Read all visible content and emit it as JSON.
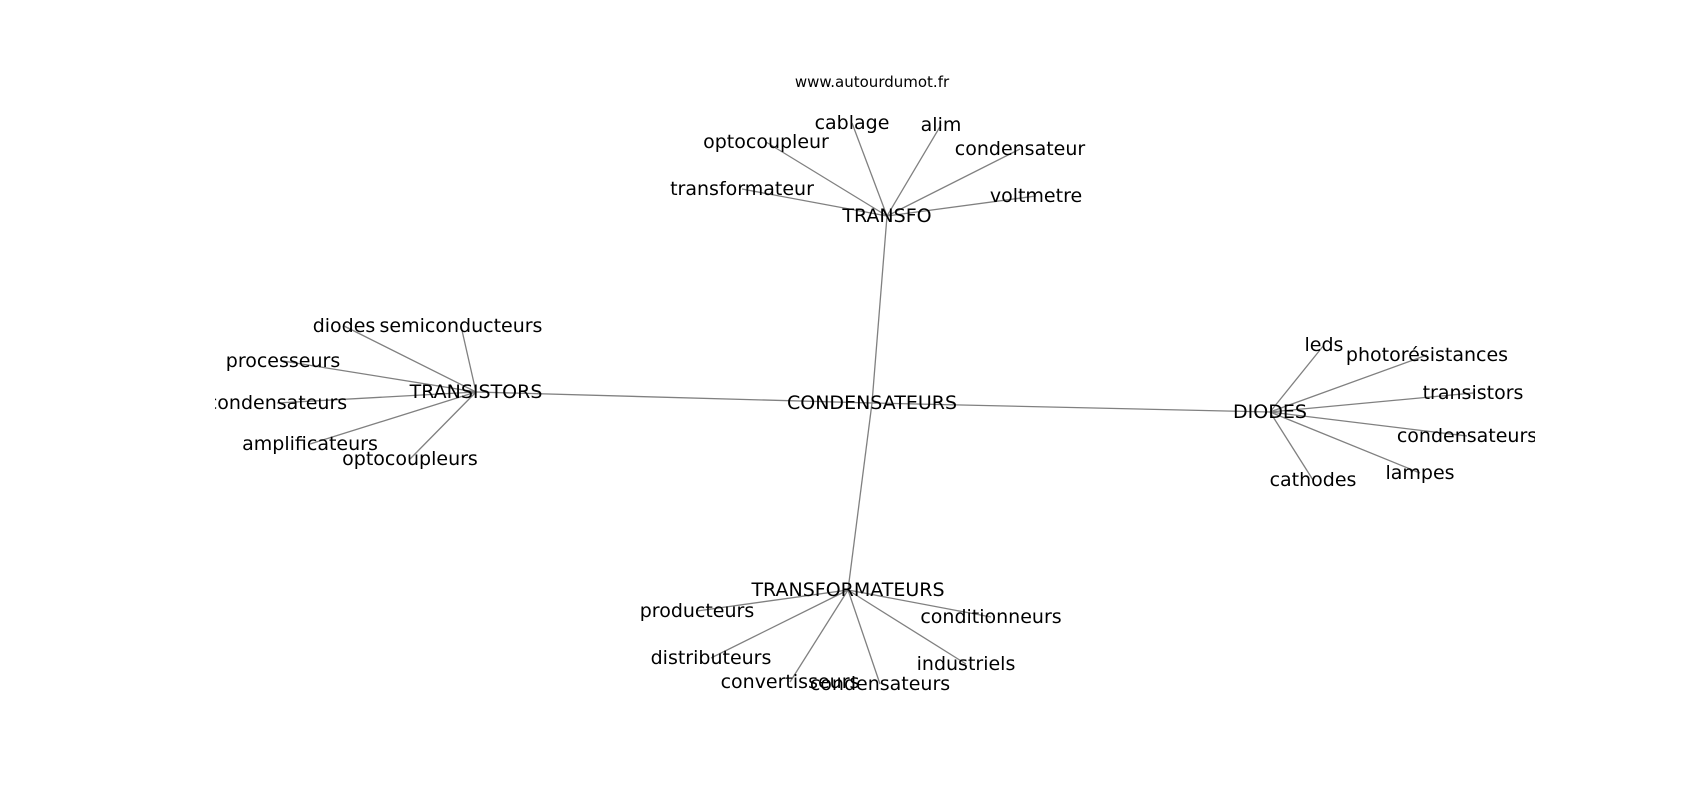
{
  "source": "www.autourdumot.fr",
  "graph": {
    "center": "CONDENSATEURS",
    "hubs": [
      {
        "key": "transfo",
        "label": "TRANSFO",
        "leaves": [
          "cablage",
          "alim",
          "optocoupleur",
          "condensateur",
          "transformateur",
          "voltmetre"
        ]
      },
      {
        "key": "transistors",
        "label": "TRANSISTORS",
        "leaves": [
          "diodes",
          "semiconducteurs",
          "processeurs",
          "condensateurs",
          "amplificateurs",
          "optocoupleurs"
        ]
      },
      {
        "key": "diodes",
        "label": "DIODES",
        "leaves": [
          "leds",
          "photorésistances",
          "transistors",
          "condensateurs",
          "lampes",
          "cathodes"
        ]
      },
      {
        "key": "transformateurs",
        "label": "TRANSFORMATEURS",
        "leaves": [
          "producteurs",
          "conditionneurs",
          "distributeurs",
          "industriels",
          "convertisseurs",
          "condensateurs"
        ]
      }
    ]
  }
}
